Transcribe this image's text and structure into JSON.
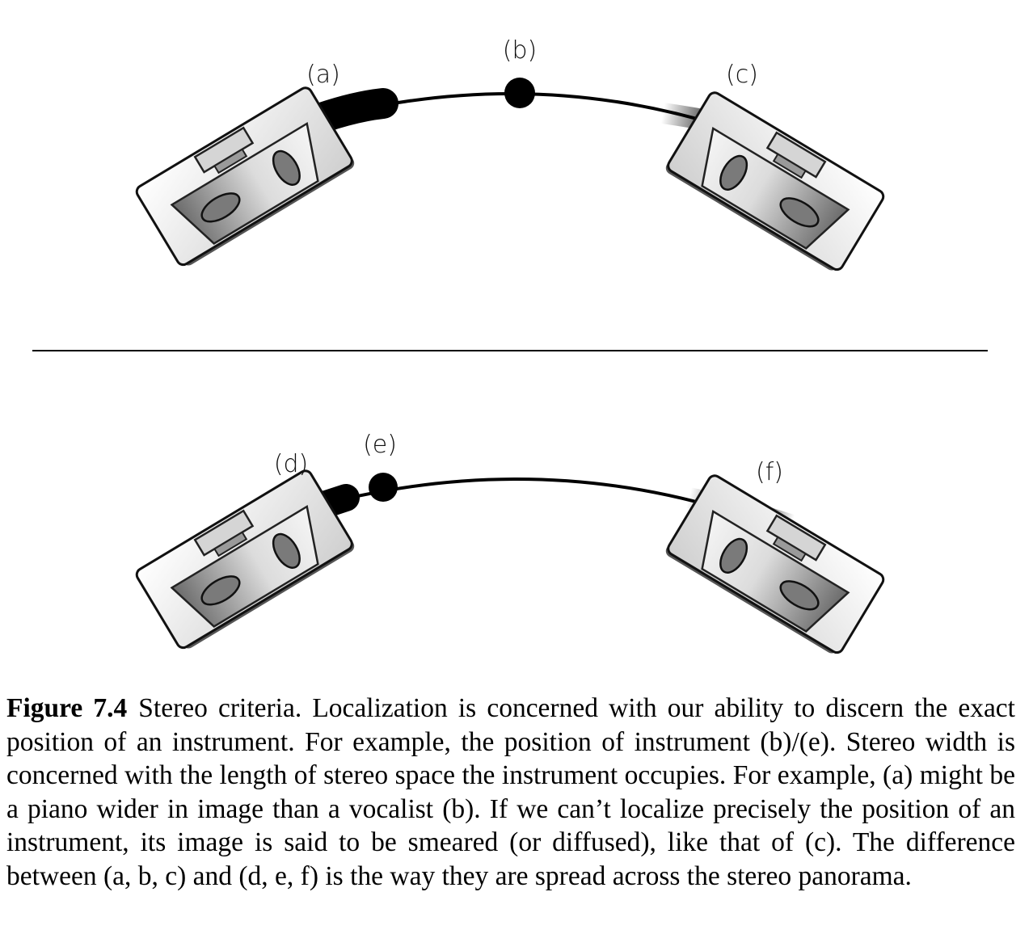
{
  "diagram": {
    "top": {
      "labels": [
        "(a)",
        "(b)",
        "(c)"
      ]
    },
    "bottom": {
      "labels": [
        "(d)",
        "(e)",
        "(f)"
      ]
    }
  },
  "caption": {
    "figure_label": "Figure 7.4",
    "text": "Stereo criteria. Localization is concerned with our ability to discern the exact position of an instrument. For example, the position of instrument (b)/(e). Stereo width is concerned with the length of stereo space the instrument occupies. For example, (a) might be a piano wider in image than a vocalist (b). If we can’t localize precisely the position of an instrument, its image is said to be smeared (or diffused), like that of (c). The difference between (a, b, c) and (d, e, f) is the way they are spread across the stereo panorama."
  },
  "colors": {
    "line": "#000000",
    "speaker_body": "#e8e8e8",
    "speaker_dark": "#555555"
  },
  "icons": [
    "speaker-icon"
  ]
}
